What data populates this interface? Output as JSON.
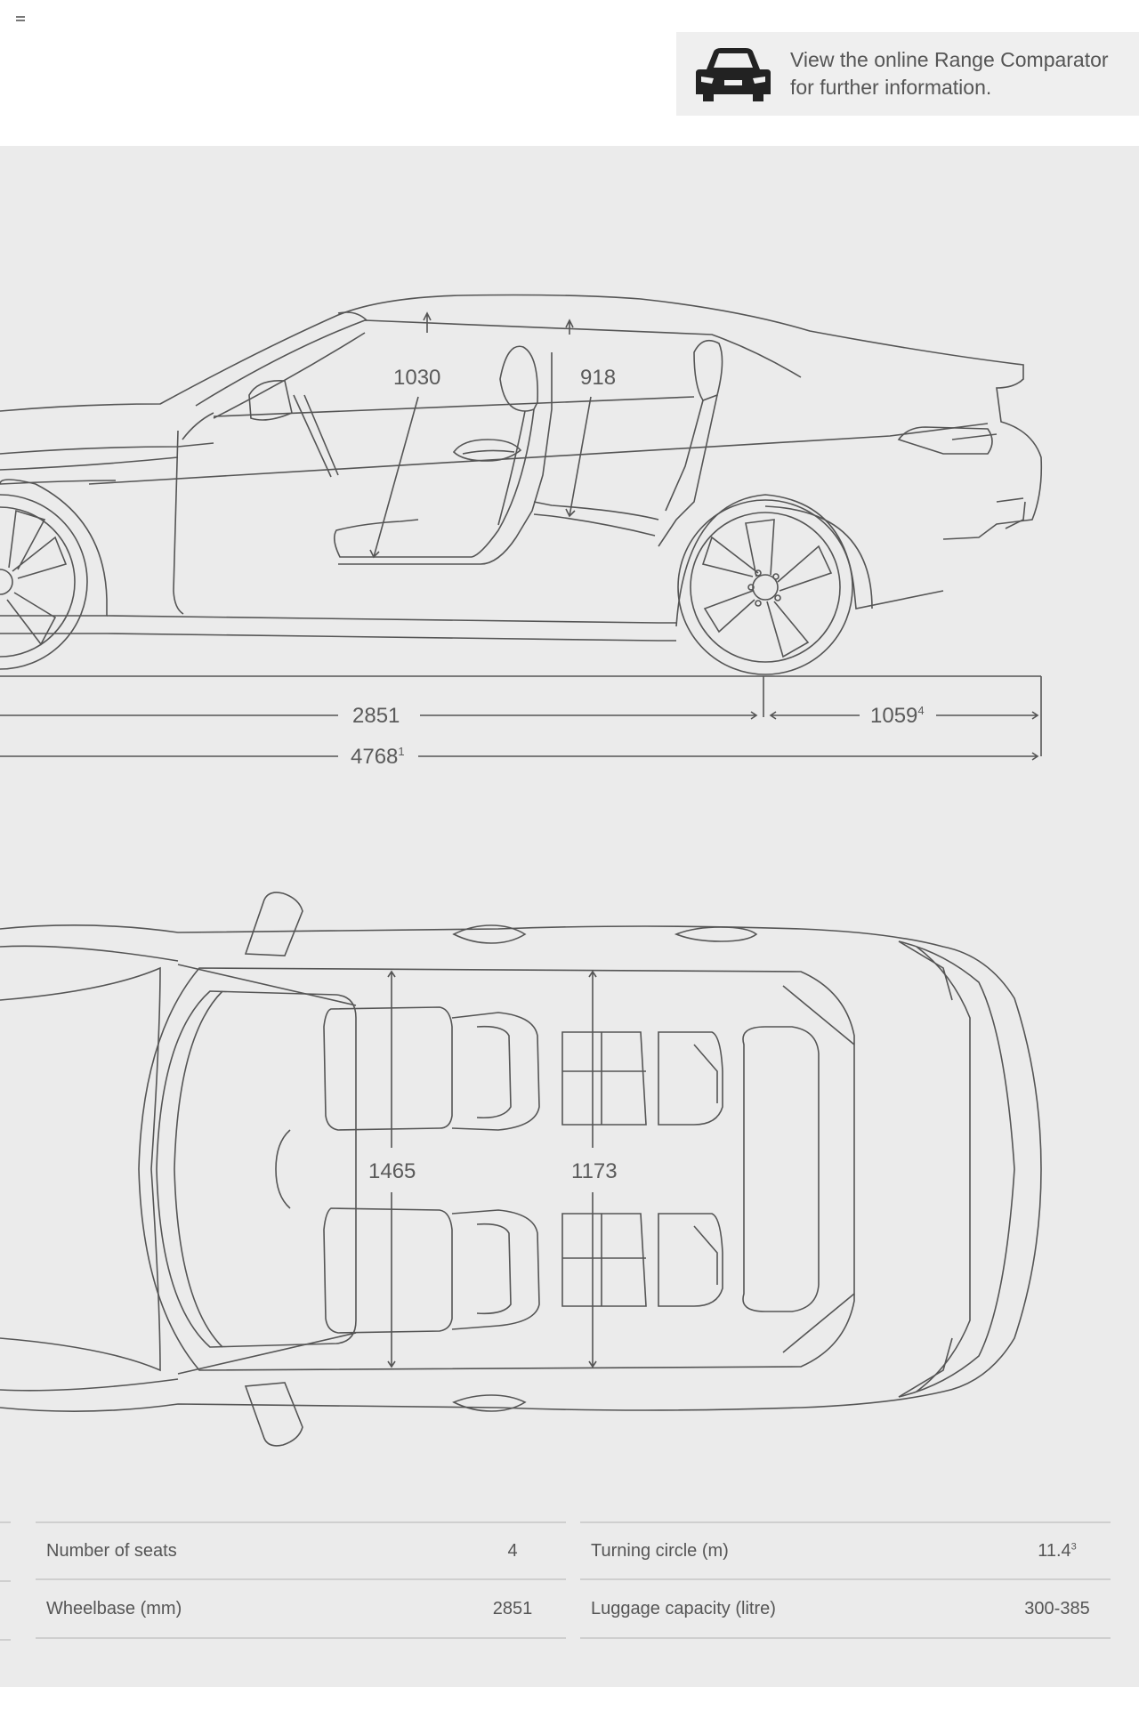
{
  "header": {
    "comparator_line1": "View the online Range Comparator",
    "comparator_line2": "for further information.",
    "car_icon": "car-front-icon"
  },
  "dimensions": {
    "headroom_front": "1030",
    "headroom_rear": "918",
    "wheelbase": "2851",
    "rear_overhang": "1059",
    "rear_overhang_note": "4",
    "length": "4768",
    "length_note": "1",
    "shoulder_front": "1465",
    "shoulder_rear": "1173"
  },
  "specs": {
    "left": [
      {
        "label": "Number of seats",
        "value": "4",
        "note": ""
      },
      {
        "label": "Wheelbase (mm)",
        "value": "2851",
        "note": ""
      }
    ],
    "right": [
      {
        "label": "Turning circle (m)",
        "value": "11.4",
        "note": "3"
      },
      {
        "label": "Luggage capacity (litre)",
        "value": "300-385",
        "note": ""
      }
    ]
  }
}
